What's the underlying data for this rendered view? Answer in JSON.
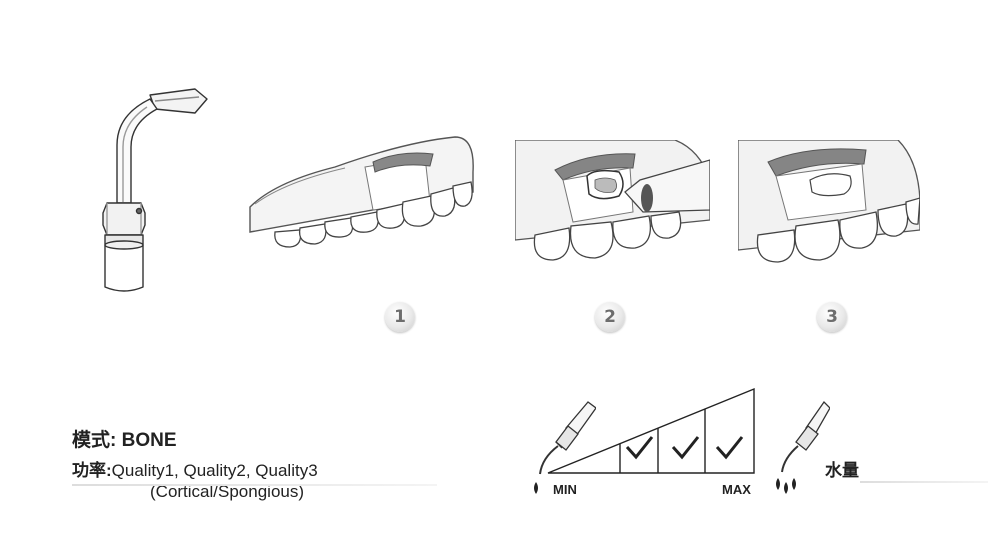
{
  "steps": [
    {
      "number": "1"
    },
    {
      "number": "2"
    },
    {
      "number": "3"
    }
  ],
  "mode": {
    "label": "模式:",
    "value": "BONE"
  },
  "power": {
    "label": "功率:",
    "value": "Quality1, Quality2, Quality3",
    "sub": "(Cortical/Spongious)"
  },
  "scale": {
    "min_label": "MIN",
    "max_label": "MAX",
    "checked_levels": 3
  },
  "water": {
    "label": "水量"
  },
  "icons": {
    "tip": "bone-surgery-tip-icon",
    "scaler": "scaler-handpiece-icon",
    "check": "checkmark-icon",
    "drop": "water-drop-icon"
  }
}
